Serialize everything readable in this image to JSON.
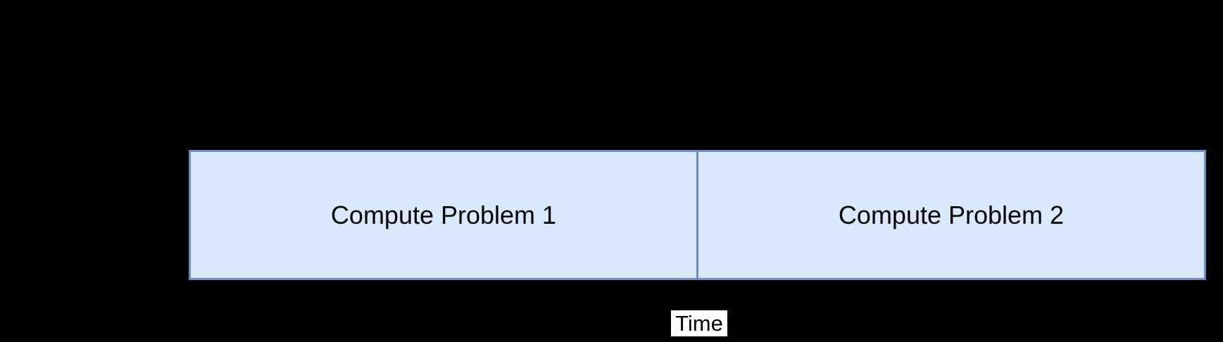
{
  "colors": {
    "background": "#000000",
    "block_fill": "#dae8fc",
    "block_stroke": "#6c8ebf",
    "block_text": "#000000",
    "axis_label_background": "#ffffff",
    "axis_label_text": "#000000"
  },
  "timeline": {
    "blocks": [
      {
        "label": "Compute Problem 1"
      },
      {
        "label": "Compute Problem 2"
      }
    ],
    "axis_label": "Time"
  }
}
